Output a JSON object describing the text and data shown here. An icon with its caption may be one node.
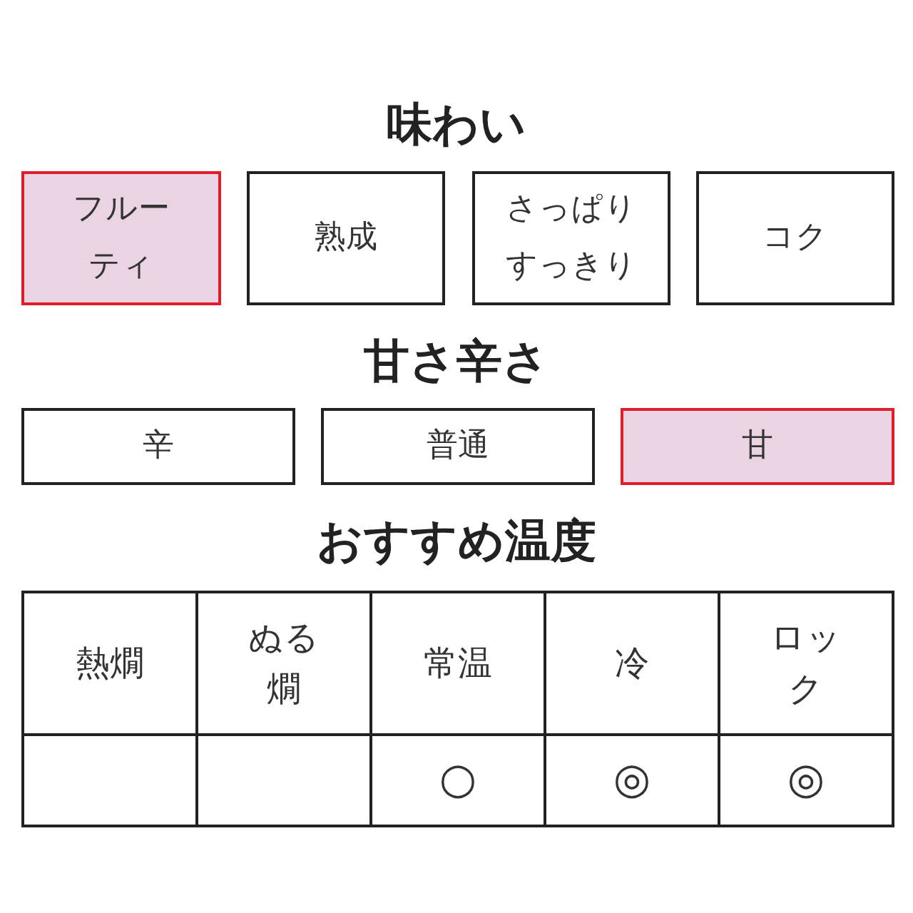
{
  "diagram": {
    "nodes": [
      {
        "text": [
          "フルーティ"
        ]
      },
      {
        "text": [
          "熟成"
        ]
      },
      {
        "text": [
          "さっぱりすっきり"
        ]
      },
      {
        "text": [
          "コク"
        ]
      },
      {
        "text": [
          "辛"
        ]
      },
      {
        "text": [
          "普通"
        ]
      },
      {
        "text": [
          "甘"
        ]
      }
    ],
    "labels": [
      "味わい",
      "甘さ辛さ",
      "おすすめ温度",
      "熱燗",
      "ぬる燗",
      "常温",
      "冷",
      "ロック",
      "○",
      "◎",
      "◎"
    ]
  }
}
